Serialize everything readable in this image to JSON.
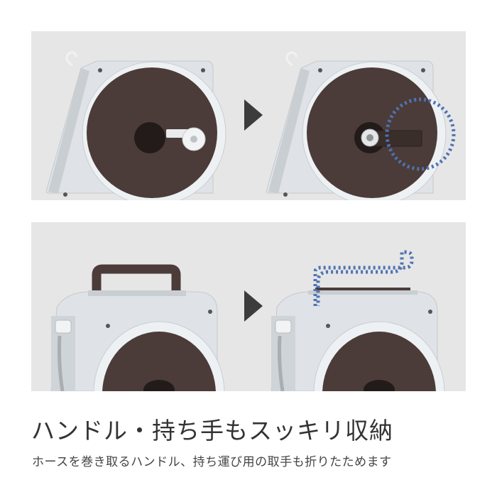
{
  "headline": "ハンドル・持ち手もスッキリ収納",
  "subline": "ホースを巻き取るハンドル、持ち運び用の取手も折りたためます",
  "colors": {
    "panel_bg": "#e6e6e6",
    "reel_body": "#dde2e6",
    "reel_drum": "#4b3c39",
    "highlight_dots": "#4f73b3",
    "arrow": "#3c3c3c",
    "text": "#333333"
  },
  "illustrations": {
    "top": [
      "reel-handle-extended",
      "reel-handle-folded"
    ],
    "bottom": [
      "carry-handle-raised",
      "carry-handle-folded"
    ]
  }
}
